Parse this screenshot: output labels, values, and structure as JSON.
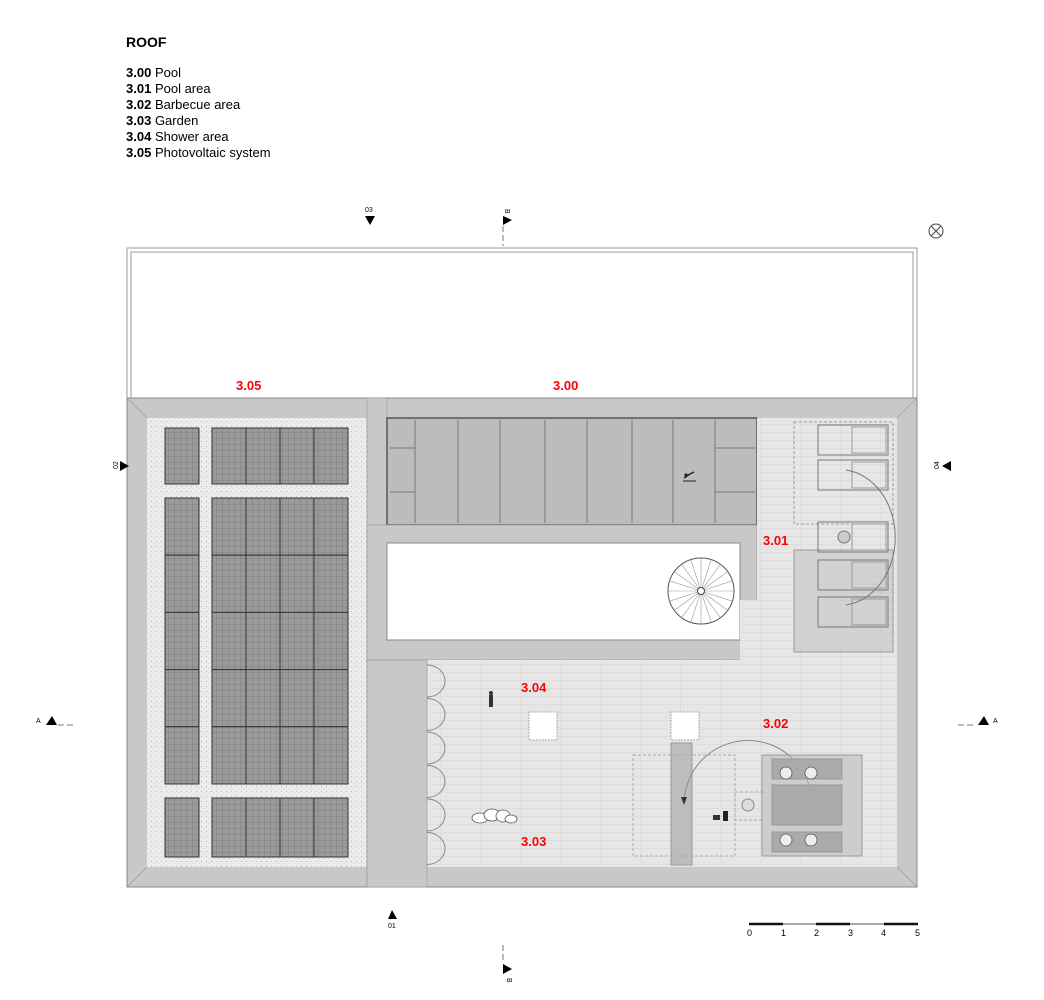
{
  "legend": {
    "title": "ROOF",
    "items": [
      {
        "code": "3.00",
        "name": "Pool"
      },
      {
        "code": "3.01",
        "name": "Pool area"
      },
      {
        "code": "3.02",
        "name": "Barbecue area"
      },
      {
        "code": "3.03",
        "name": "Garden"
      },
      {
        "code": "3.04",
        "name": "Shower area"
      },
      {
        "code": "3.05",
        "name": "Photovoltaic system"
      }
    ]
  },
  "plan_labels": {
    "pv": "3.05",
    "pool": "3.00",
    "pool_area": "3.01",
    "shower": "3.04",
    "bbq": "3.02",
    "garden": "3.03"
  },
  "section_markers": {
    "top_03": "03",
    "top_b": "B",
    "left_02": "02",
    "right_04": "04",
    "left_a": "A",
    "right_a": "A",
    "bottom_01": "01",
    "bottom_b": "B"
  },
  "scale_bar": {
    "labels": [
      "0",
      "1",
      "2",
      "3",
      "4",
      "5"
    ]
  },
  "colors": {
    "label": "#ff0000",
    "wall": "#c8c8c8",
    "floor": "#e8e8e8"
  }
}
